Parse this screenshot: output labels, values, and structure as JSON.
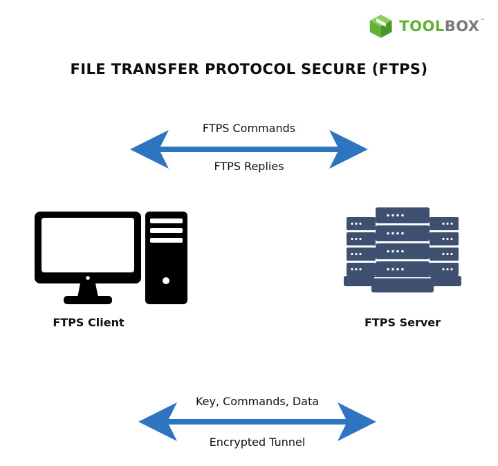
{
  "logo": {
    "brand_part1": "TOOL",
    "brand_part2": "BOX",
    "trademark": "™",
    "accent_color": "#5fb236"
  },
  "title": "FILE TRANSFER PROTOCOL SECURE (FTPS)",
  "top_arrow": {
    "label_above": "FTPS Commands",
    "label_below": "FTPS Replies",
    "color": "#2e74c0",
    "direction": "bidirectional"
  },
  "client": {
    "icon": "desktop-computer-icon",
    "label": "FTPS Client",
    "color": "#000000"
  },
  "server": {
    "icon": "server-rack-icon",
    "label": "FTPS Server",
    "color": "#3e4f70"
  },
  "bottom_arrow": {
    "label_above": "Key, Commands, Data",
    "label_below": "Encrypted Tunnel",
    "color": "#2e74c0",
    "direction": "bidirectional"
  }
}
